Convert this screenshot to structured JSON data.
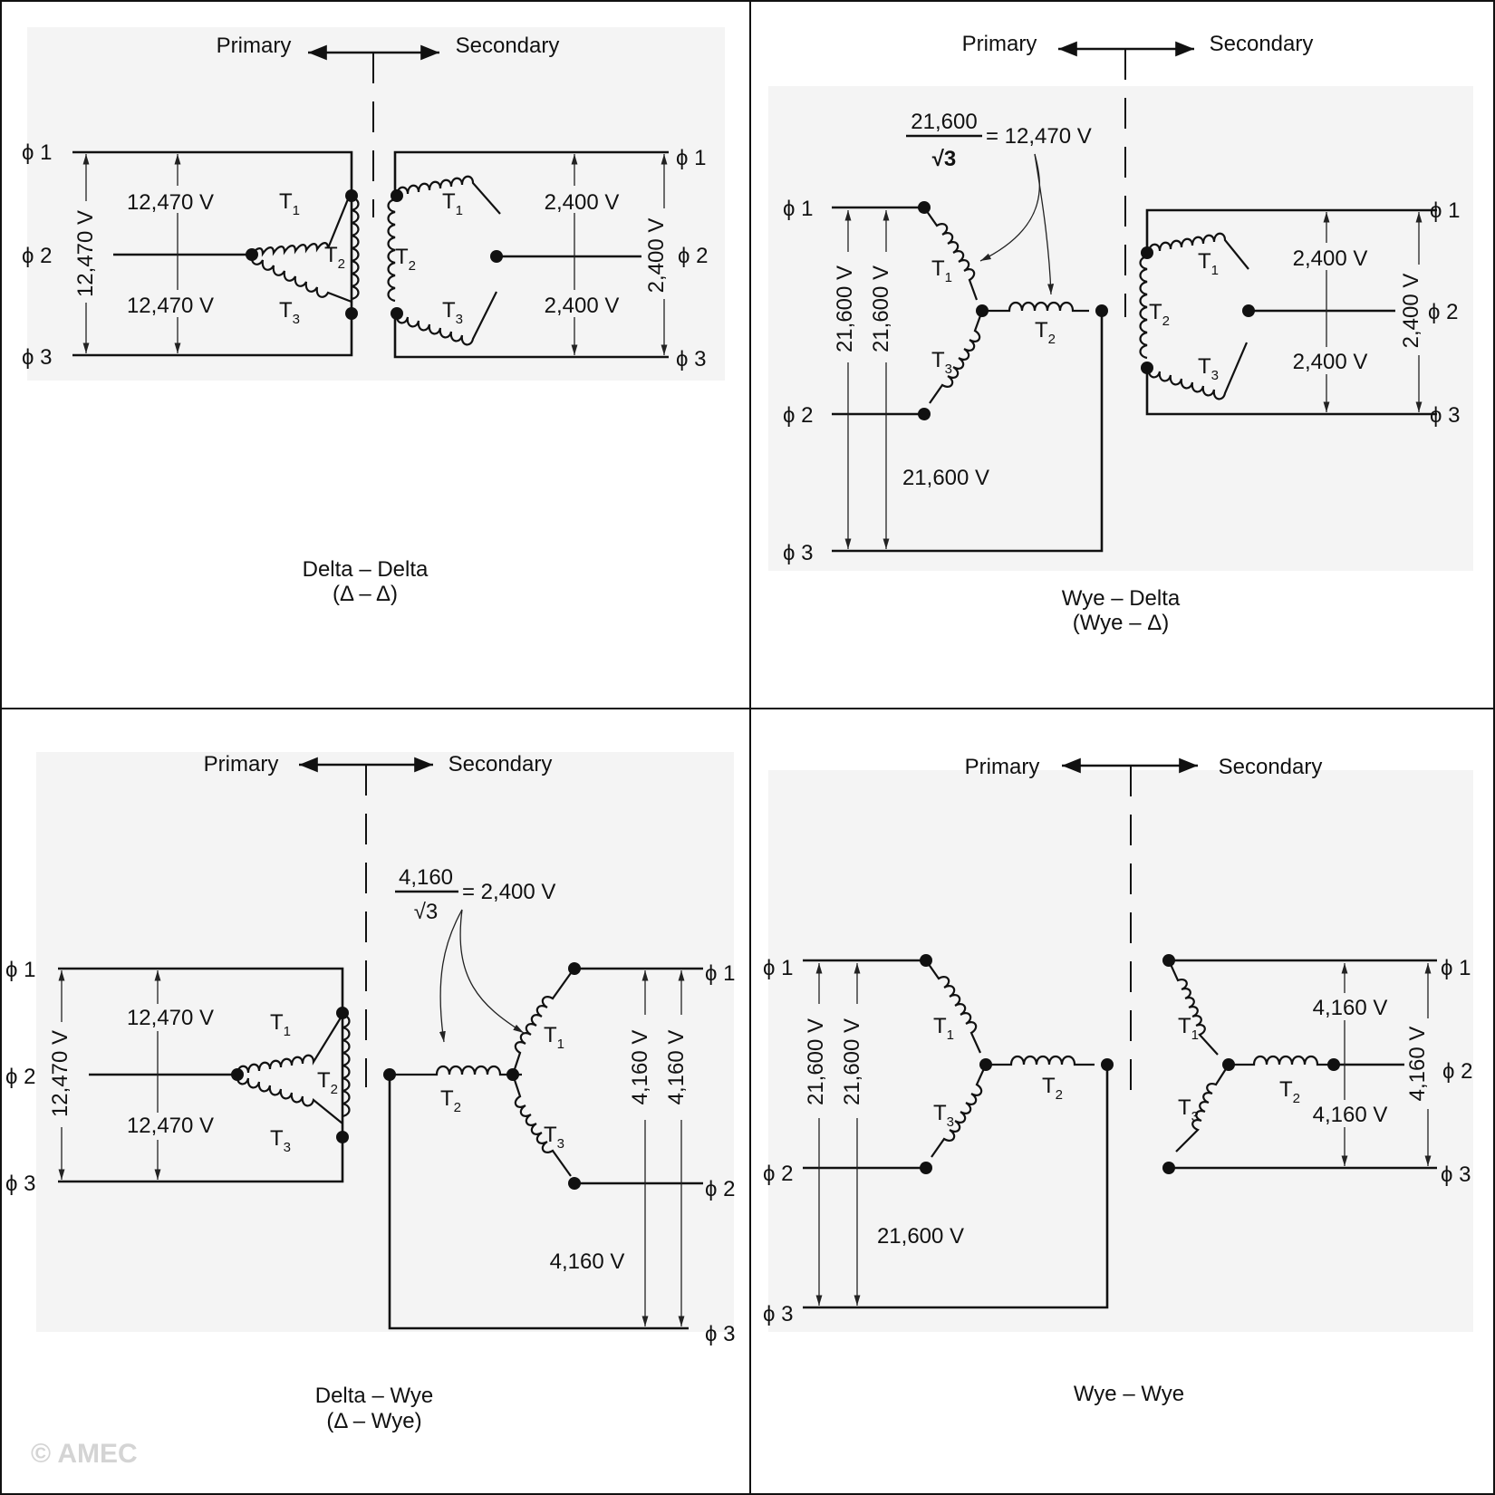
{
  "arrows": {
    "primary": "Primary",
    "secondary": "Secondary"
  },
  "phase_labels": [
    "ϕ 1",
    "ϕ 2",
    "ϕ 3"
  ],
  "transformer_labels": {
    "t": "T",
    "t1": "1",
    "t2": "2",
    "t3": "3"
  },
  "panels": {
    "delta_delta": {
      "caption_line1": "Delta – Delta",
      "caption_line2": "(Δ – Δ)",
      "primary_line_voltage": "12,470 V",
      "primary_vertical_voltage": "12,470 V",
      "secondary_line_voltage": "2,400 V",
      "secondary_vertical_voltage": "2,400 V"
    },
    "wye_delta": {
      "caption_line1": "Wye – Delta",
      "caption_line2": "(Wye – Δ)",
      "formula_numerator": "21,600",
      "formula_denominator": "√3",
      "formula_result": "= 12,470 V",
      "primary_vertical_voltage": "21,600 V",
      "primary_line_voltage": "21,600 V",
      "secondary_line_voltage": "2,400 V",
      "secondary_vertical_voltage": "2,400 V"
    },
    "delta_wye": {
      "caption_line1": "Delta – Wye",
      "caption_line2": "(Δ – Wye)",
      "formula_numerator": "4,160",
      "formula_denominator": "√3",
      "formula_result": "= 2,400 V",
      "primary_line_voltage": "12,470 V",
      "primary_vertical_voltage": "12,470 V",
      "secondary_vertical_voltage": "4,160 V",
      "secondary_line_voltage": "4,160 V"
    },
    "wye_wye": {
      "caption_line1": "Wye – Wye",
      "primary_vertical_voltage": "21,600 V",
      "primary_line_voltage": "21,600 V",
      "secondary_line_voltage": "4,160 V",
      "secondary_vertical_voltage": "4,160 V"
    }
  },
  "watermark": "© AMEC"
}
